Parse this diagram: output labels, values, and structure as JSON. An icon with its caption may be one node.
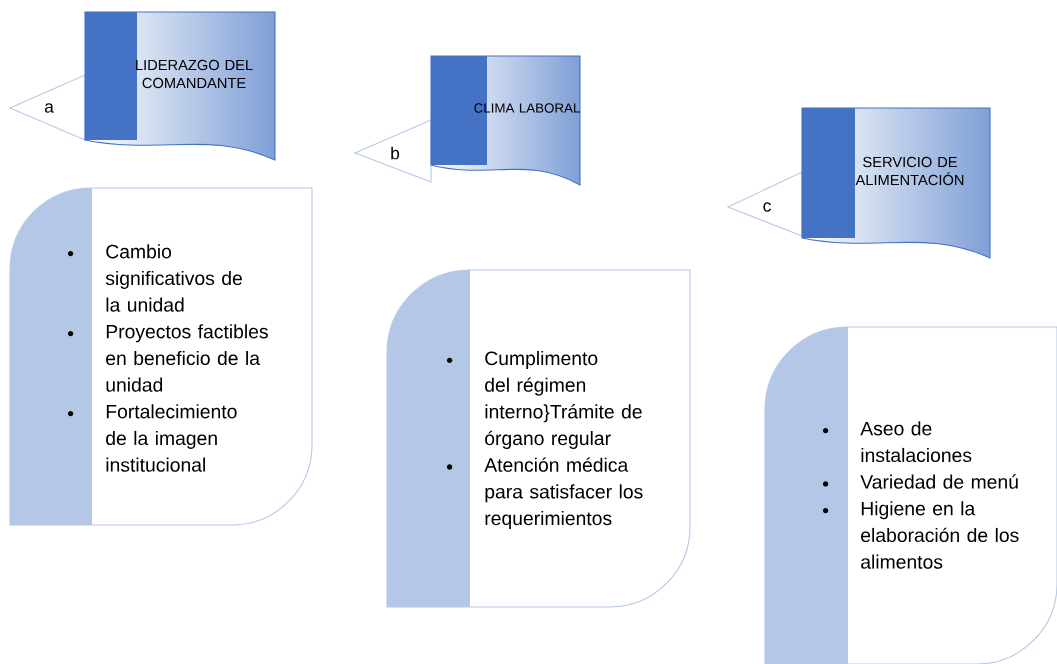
{
  "diagram": {
    "nodes": [
      {
        "text": [
          "a"
        ]
      },
      {
        "text": [
          "LIDERAZGO DEL COMANDANTE"
        ]
      },
      {
        "text": [
          "Cambio significativos de la unidad",
          "Proyectos factibles en beneficio de la unidad",
          "Fortalecimiento de la imagen institucional"
        ]
      },
      {
        "text": [
          "b"
        ]
      },
      {
        "text": [
          "CLIMA LABORAL"
        ]
      },
      {
        "text": [
          "Cumplimento del régimen interno}Trámite de órgano regular",
          "Atención médica para satisfacer los requerimientos"
        ]
      },
      {
        "text": [
          "c"
        ]
      },
      {
        "text": [
          "SERVICIO DE ALIMENTACIÓN"
        ]
      },
      {
        "text": [
          "Aseo de instalaciones",
          "Variedad de menú",
          "Higiene en la elaboración de los alimentos"
        ]
      }
    ]
  }
}
